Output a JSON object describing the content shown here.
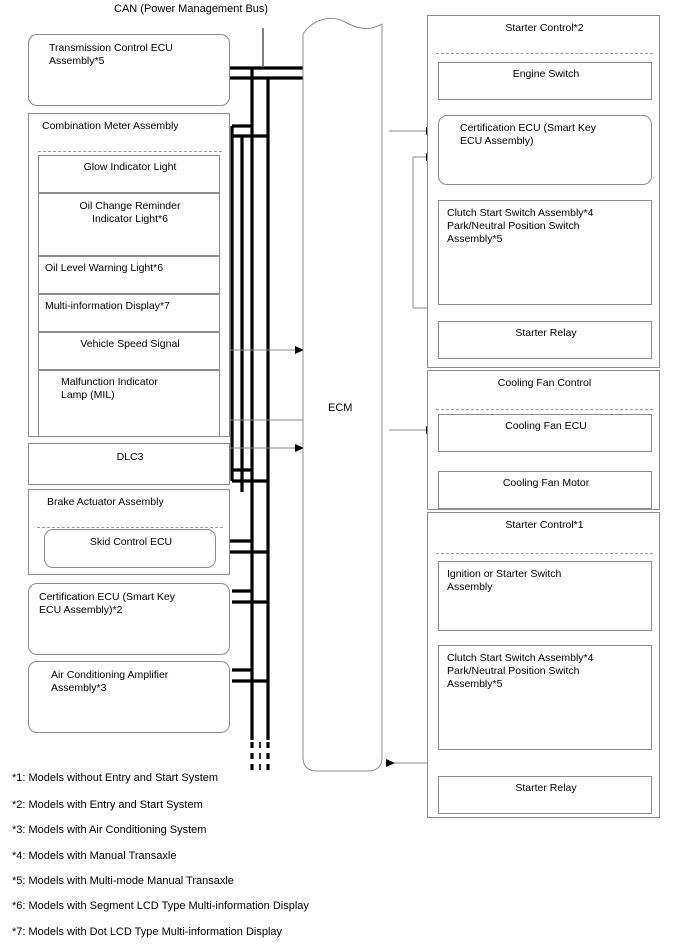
{
  "diagram": {
    "title": "CAN (Power Management Bus)",
    "ecm_label": "ECM"
  },
  "left_column": {
    "transmission_control": {
      "label": "Transmission Control ECU\nAssembly*5"
    },
    "combination_meter": {
      "label": "Combination Meter Assembly",
      "items": [
        {
          "label": "Glow Indicator Light"
        },
        {
          "label": "Oil Change Reminder\nIndicator Light*6"
        },
        {
          "label": "Oil Level Warning Light*6"
        },
        {
          "label": "Multi-information Display*7"
        },
        {
          "label": "Vehicle Speed Signal"
        },
        {
          "label": "Malfunction Indicator\nLamp (MIL)"
        }
      ]
    },
    "dlc3": {
      "label": "DLC3"
    },
    "brake_actuator": {
      "label": "Brake Actuator Assembly",
      "child": {
        "label": "Skid Control ECU"
      }
    },
    "certification_ecu": {
      "label": "Certification ECU (Smart Key\nECU Assembly)*2"
    },
    "air_conditioning_amplifier": {
      "label": "Air Conditioning Amplifier\nAssembly*3"
    }
  },
  "right_column": {
    "starter_control_2": {
      "label": "Starter Control*2",
      "items": [
        {
          "label": "Engine Switch"
        },
        {
          "label": "Certification ECU (Smart Key\nECU Assembly)"
        },
        {
          "label": "Clutch Start Switch Assembly*4\nPark/Neutral Position Switch\nAssembly*5"
        },
        {
          "label": "Starter Relay"
        }
      ]
    },
    "cooling_fan_control": {
      "label": "Cooling Fan Control",
      "items": [
        {
          "label": "Cooling Fan ECU"
        },
        {
          "label": "Cooling Fan Motor"
        }
      ]
    },
    "starter_control_1": {
      "label": "Starter Control*1",
      "items": [
        {
          "label": "Ignition or Starter Switch\nAssembly"
        },
        {
          "label": "Clutch Start Switch Assembly*4\nPark/Neutral Position Switch\nAssembly*5"
        },
        {
          "label": "Starter Relay"
        }
      ]
    }
  },
  "footnotes": [
    "*1: Models without Entry and Start System",
    "*2: Models with Entry and Start System",
    "*3: Models with Air Conditioning System",
    "*4: Models with Manual Transaxle",
    "*5: Models with Multi-mode Manual Transaxle",
    "*6: Models with Segment LCD Type Multi-information Display",
    "*7: Models with Dot LCD Type Multi-information Display"
  ],
  "colors": {
    "box_border": "#8c8c8c",
    "bus_line": "#000000",
    "signal_line": "#808080",
    "background": "#ffffff"
  }
}
